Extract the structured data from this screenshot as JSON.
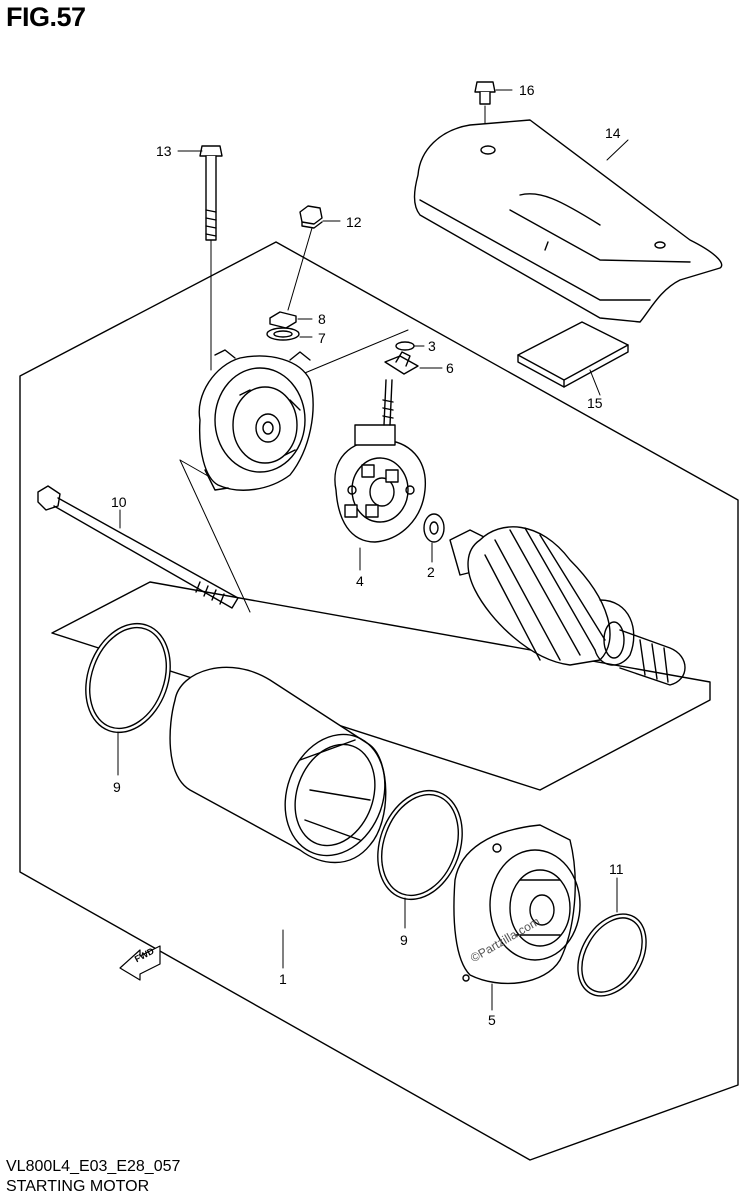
{
  "figure": {
    "title": "FIG.57",
    "model_code": "VL800L4_E03_E28_057",
    "name": "STARTING MOTOR"
  },
  "callouts": {
    "c1": "1",
    "c2": "2",
    "c3": "3",
    "c4": "4",
    "c5": "5",
    "c6": "6",
    "c7": "7",
    "c8": "8",
    "c9a": "9",
    "c9b": "9",
    "c10": "10",
    "c11": "11",
    "c12": "12",
    "c13": "13",
    "c14": "14",
    "c15": "15",
    "c16": "16"
  },
  "fwd_label": "FWD",
  "watermark": "©Partzilla.com"
}
